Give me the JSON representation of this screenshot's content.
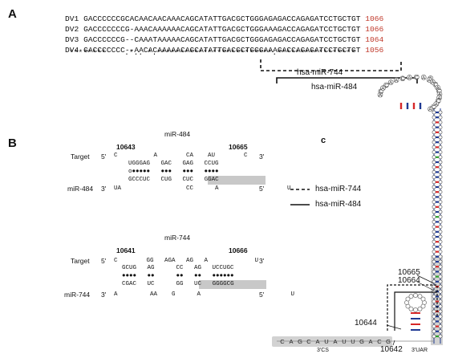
{
  "panels": {
    "a": "A",
    "b": "B",
    "c": "c"
  },
  "alignment": {
    "rows": [
      {
        "label": "DV1",
        "seq": "GACCCCCCGCACAACAACAAACAGCATATTGACGCTGGGAGAGACCAGAGATCCTGCTGT",
        "num": "1066"
      },
      {
        "label": "DV2",
        "seq": "GACCCCCCCG-AAACAAAAAACAGCATATTGACGCTGGGAAAGACCAGAGATCCTGCTGT",
        "num": "1066"
      },
      {
        "label": "DV3",
        "seq": "GACCCCCCG--CAAATAAAAACAGCATATTGACGCTGGGAGAGACCAGAGATCCTGCTGT",
        "num": "1064"
      },
      {
        "label": "DV4",
        "seq": "GACCCCCCC--AACACAAAAACAGCATATTGACGCTGGGAAAGACCAGAGATCCTGCTGT",
        "num": "1056"
      }
    ],
    "consensus": "********    .*.. *.*************************.*****************"
  },
  "site_labels": {
    "mir744": "hsa-miR-744",
    "mir484": "hsa-miR-484"
  },
  "legend": {
    "dashed": "hsa-miR-744",
    "solid": "hsa-miR-484"
  },
  "duplex484": {
    "title": "miR-484",
    "start": "10643",
    "end": "10665",
    "target_label": "Target",
    "five": "5'",
    "three": "3'",
    "t_loop": "C          A        CA    AU        C",
    "t_pair": "UGGGAG   GAC   GAG   CCUG",
    "dots": "o●●●●●   ●●●   ●●●   ●●●●",
    "m_pair_a": "GCCCUC   CUG",
    "m_pair_b": "CUC",
    "m_pair_c": "GGAC",
    "mir_label": "miR-484",
    "m_loop": "UA                  CC      A                   U"
  },
  "duplex744": {
    "title": "miR-744",
    "start": "10641",
    "end": "10666",
    "target_label": "Target",
    "five": "5'",
    "three": "3'",
    "t_loop": "C        GG   AGA   AG   A             U",
    "t_pair": "GCUG   AG      CC   AG   UCCUGC",
    "dots": "●●●●   ●●      ●●   ●●   ●●●●●●",
    "m_pair_a": "CGAC   UC      GG",
    "m_pair_b": "UC",
    "m_pair_c": "GGGGCG",
    "mir_label": "miR-744",
    "m_loop": "A         AA    G      A                         U"
  },
  "structure": {
    "pos_10665": "10665",
    "pos_10664": "10664",
    "pos_10644": "10644",
    "pos_10642": "10642",
    "cs_label": "3'CS",
    "uar_label": "3'UAR",
    "bottom_seq": [
      "C",
      "A",
      "G",
      "C",
      "A",
      "U",
      "A",
      "U",
      "U",
      "G",
      "A",
      "C",
      "G"
    ],
    "loop_top": [
      "A",
      "C",
      "A",
      "C",
      "A",
      "A",
      "C",
      "A",
      "C",
      "A",
      "A",
      "A"
    ]
  },
  "colors": {
    "red": "#d62728",
    "blue": "#1f3a93",
    "green": "#2ca02c",
    "gray": "#c8c8c8"
  }
}
